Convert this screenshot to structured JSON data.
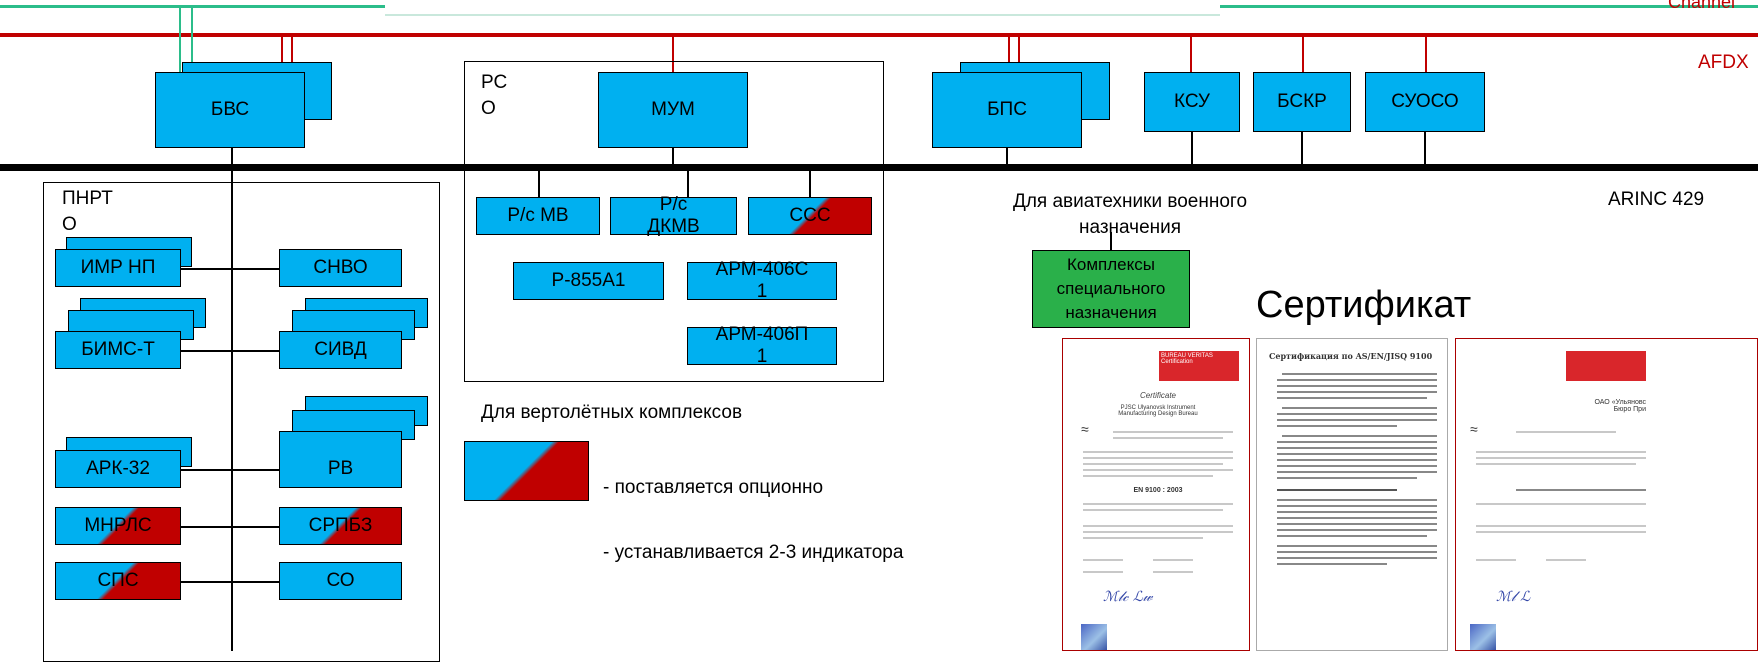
{
  "buses": {
    "channel_label": "Channel",
    "afdx_label": "AFDX",
    "arinc_label": "ARINC 429"
  },
  "groups": {
    "rso_title": "РС\nО",
    "pnrto_title": "ПНРТ\nО"
  },
  "blocks": {
    "bvs": "БВС",
    "mum": "МУМ",
    "bps": "БПС",
    "ksu": "КСУ",
    "bskr": "БСКР",
    "suoso": "СУОСО",
    "rs_mv": "Р/с МВ",
    "rs_dkmv": "Р/с\nДКМВ",
    "sss": "ССС",
    "r855": "Р-855А1",
    "arm406s": "АРМ-406С\n1",
    "arm406p": "АРМ-406П\n1",
    "imr_np": "ИМР НП",
    "snvo": "СНВО",
    "bims_t": "БИМС-Т",
    "sivd": "СИВД",
    "ark32": "АРК-32",
    "rv": "РВ",
    "mnrls": "МНРЛС",
    "srpbz": "СРПБЗ",
    "sps": "СПС",
    "so": "СО"
  },
  "notes": {
    "military": "Для авиатехники военного\nназначения",
    "special_complexes": "Комплексы\nспециального\nназначения",
    "helicopter": "Для вертолётных комплексов",
    "optional": "- поставляется опционно",
    "indicators": "- устанавливается 2-3 индикатора"
  },
  "certificate": {
    "heading": "Сертификат",
    "doc_title": "Сертификация по AS/EN/JISQ 9100",
    "cert_word": "Certificate",
    "company": "PJSC Ulyanovsk Instrument\nManufacturing Design Bureau",
    "standard": "EN 9100 : 2003",
    "brand": "BUREAU VERITAS\nCertification",
    "company_ru": "ОАО «Ульяновс\nБюро При"
  },
  "colors": {
    "block_blue": "#00b0f0",
    "optional_red": "#c00000",
    "bus_green": "#2bbd8a",
    "bus_red": "#c00000",
    "special_green": "#2ab04a"
  }
}
